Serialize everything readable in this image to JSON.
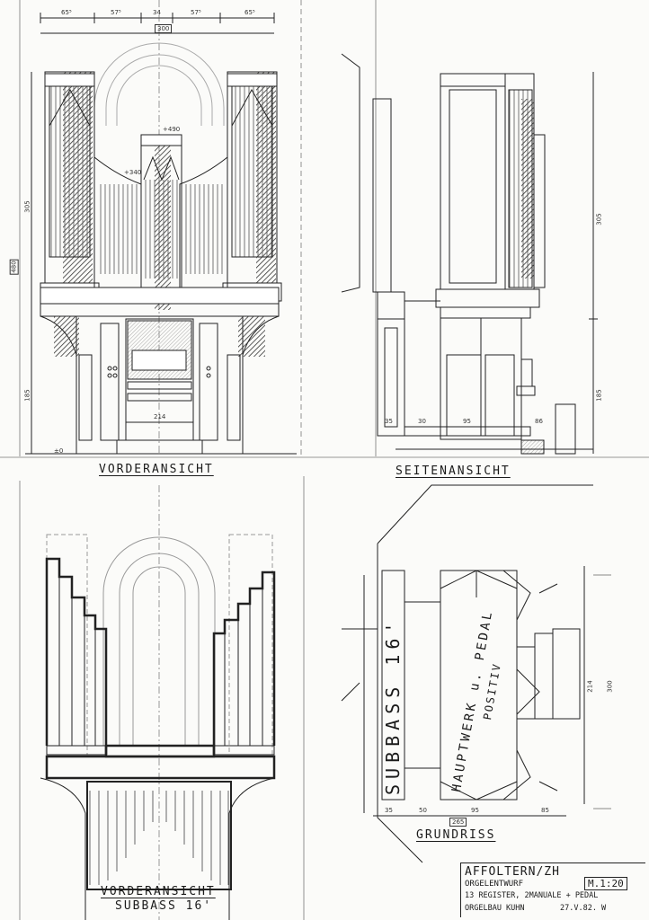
{
  "views": {
    "front": {
      "title": "VORDERANSICHT"
    },
    "side": {
      "title": "SEITENANSICHT"
    },
    "subbass": {
      "title": "VORDERANSICHT",
      "subtitle": "SUBBASS 16'"
    },
    "plan": {
      "title": "GRUNDRISS"
    }
  },
  "plan_labels": {
    "subbass": "SUBBASS 16'",
    "hauptwerk": "HAUPTWERK u. PEDAL",
    "positiv": "POSITIV"
  },
  "dimensions": {
    "front_top": [
      "65⁵",
      "57⁵",
      "34",
      "57⁵",
      "65⁵"
    ],
    "front_total": "300",
    "front_left_box": "480",
    "front_upper_height": "305",
    "front_lower_height": "185",
    "front_center_top": "+490",
    "front_tower": "+340",
    "front_console": "214",
    "front_floor": "±0",
    "side_upper_height": "305",
    "side_lower_height": "185",
    "side_bottom": [
      "35",
      "30",
      "95",
      "86"
    ],
    "plan_bottom": [
      "35",
      "50",
      "95",
      "85"
    ],
    "plan_depth": "265",
    "plan_right": [
      "214",
      "300"
    ]
  },
  "titleblock": {
    "place": "AFFOLTERN/ZH",
    "line1": "ORGELENTWURF",
    "scale": "M.1:20",
    "line2": "13 REGISTER, 2MANUALE + PEDAL",
    "line3": "ORGELBAU KUHN",
    "date": "27.V.82. W"
  }
}
